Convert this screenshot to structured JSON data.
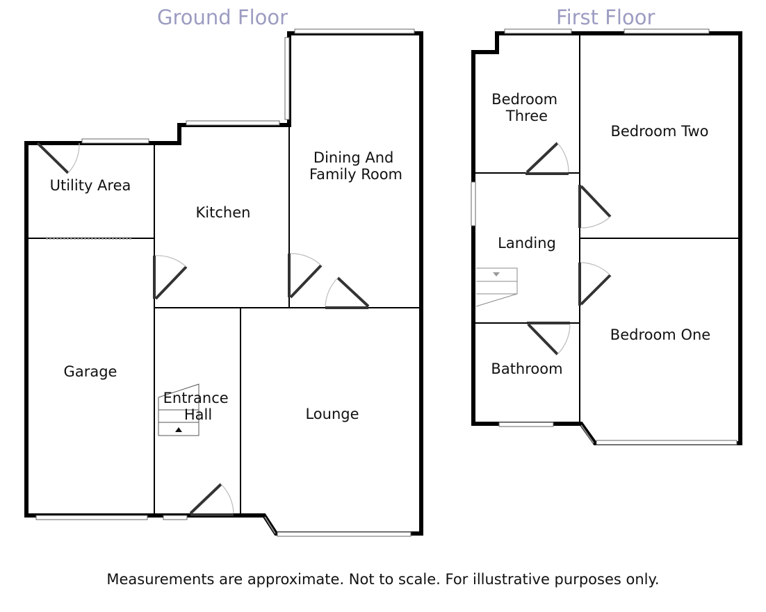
{
  "floors": {
    "ground": {
      "title": "Ground Floor",
      "rooms": {
        "utility": [
          "Utility Area"
        ],
        "kitchen": [
          "Kitchen"
        ],
        "dining": [
          "Dining And",
          "Family Room"
        ],
        "garage": [
          "Garage"
        ],
        "entrance": [
          "Entrance",
          "Hall"
        ],
        "lounge": [
          "Lounge"
        ]
      }
    },
    "first": {
      "title": "First Floor",
      "rooms": {
        "bed3": [
          "Bedroom",
          "Three"
        ],
        "bed2": [
          "Bedroom Two"
        ],
        "landing": [
          "Landing"
        ],
        "bed1": [
          "Bedroom One"
        ],
        "bathroom": [
          "Bathroom"
        ]
      }
    }
  },
  "disclaimer": "Measurements are approximate. Not to scale. For illustrative purposes only.",
  "colors": {
    "wall": "#000000",
    "title": "#9c9cc2",
    "text": "#111111",
    "stair_arrow": "#999999"
  }
}
